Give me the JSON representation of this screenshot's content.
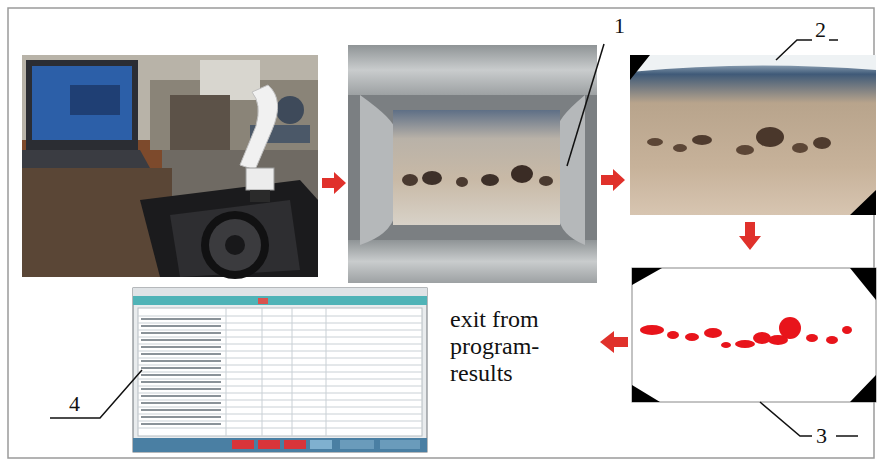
{
  "diagram": {
    "labels": [
      "1",
      "2",
      "3",
      "exit from program- results",
      "4"
    ]
  }
}
